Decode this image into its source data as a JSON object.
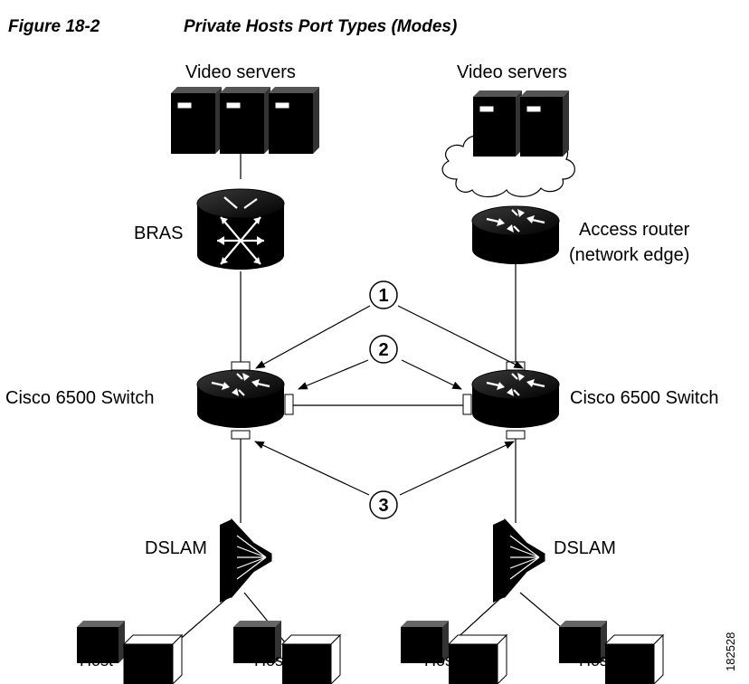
{
  "figure": {
    "number": "Figure 18-2",
    "title": "Private Hosts Port Types (Modes)",
    "id": "182528"
  },
  "labels": {
    "video_servers_left": "Video servers",
    "video_servers_right": "Video servers",
    "bras": "BRAS",
    "access_router_line1": "Access router",
    "access_router_line2": "(network edge)",
    "switch_left": "Cisco 6500 Switch",
    "switch_right": "Cisco 6500 Switch",
    "dslam_left": "DSLAM",
    "dslam_right": "DSLAM"
  },
  "callouts": [
    "1",
    "2",
    "3"
  ],
  "hosts": [
    "Host",
    "Host",
    "Host",
    "Host",
    "Host",
    "Host",
    "Host",
    "Host"
  ]
}
